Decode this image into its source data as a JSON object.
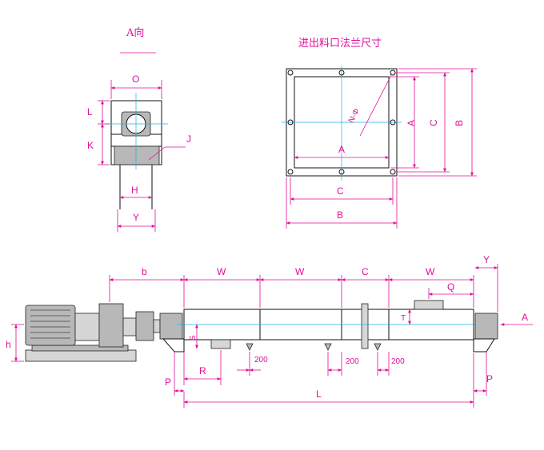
{
  "view_a": {
    "title": "A向",
    "labels": {
      "o": "O",
      "l": "L",
      "k": "K",
      "j": "J",
      "h": "H",
      "y": "Y"
    }
  },
  "flange": {
    "title": "进出料口法兰尺寸",
    "labels": {
      "a_h": "A",
      "c_h": "C",
      "b_h": "B",
      "a_v": "A",
      "c_v": "C",
      "b_v": "B",
      "hole": "N-Φ"
    }
  },
  "elevation": {
    "labels": {
      "b": "b",
      "w1": "W",
      "w2": "W",
      "c": "C",
      "w3": "W",
      "y": "Y",
      "q": "Q",
      "t": "T",
      "a": "A",
      "h": "h",
      "s": "S",
      "r": "R",
      "p1": "P",
      "p2": "P",
      "l": "L",
      "d1": "200",
      "d2": "200",
      "d3": "200"
    }
  },
  "colors": {
    "dimension": "#e0109a",
    "centerline": "#1ab4e6",
    "outline": "#111111"
  }
}
